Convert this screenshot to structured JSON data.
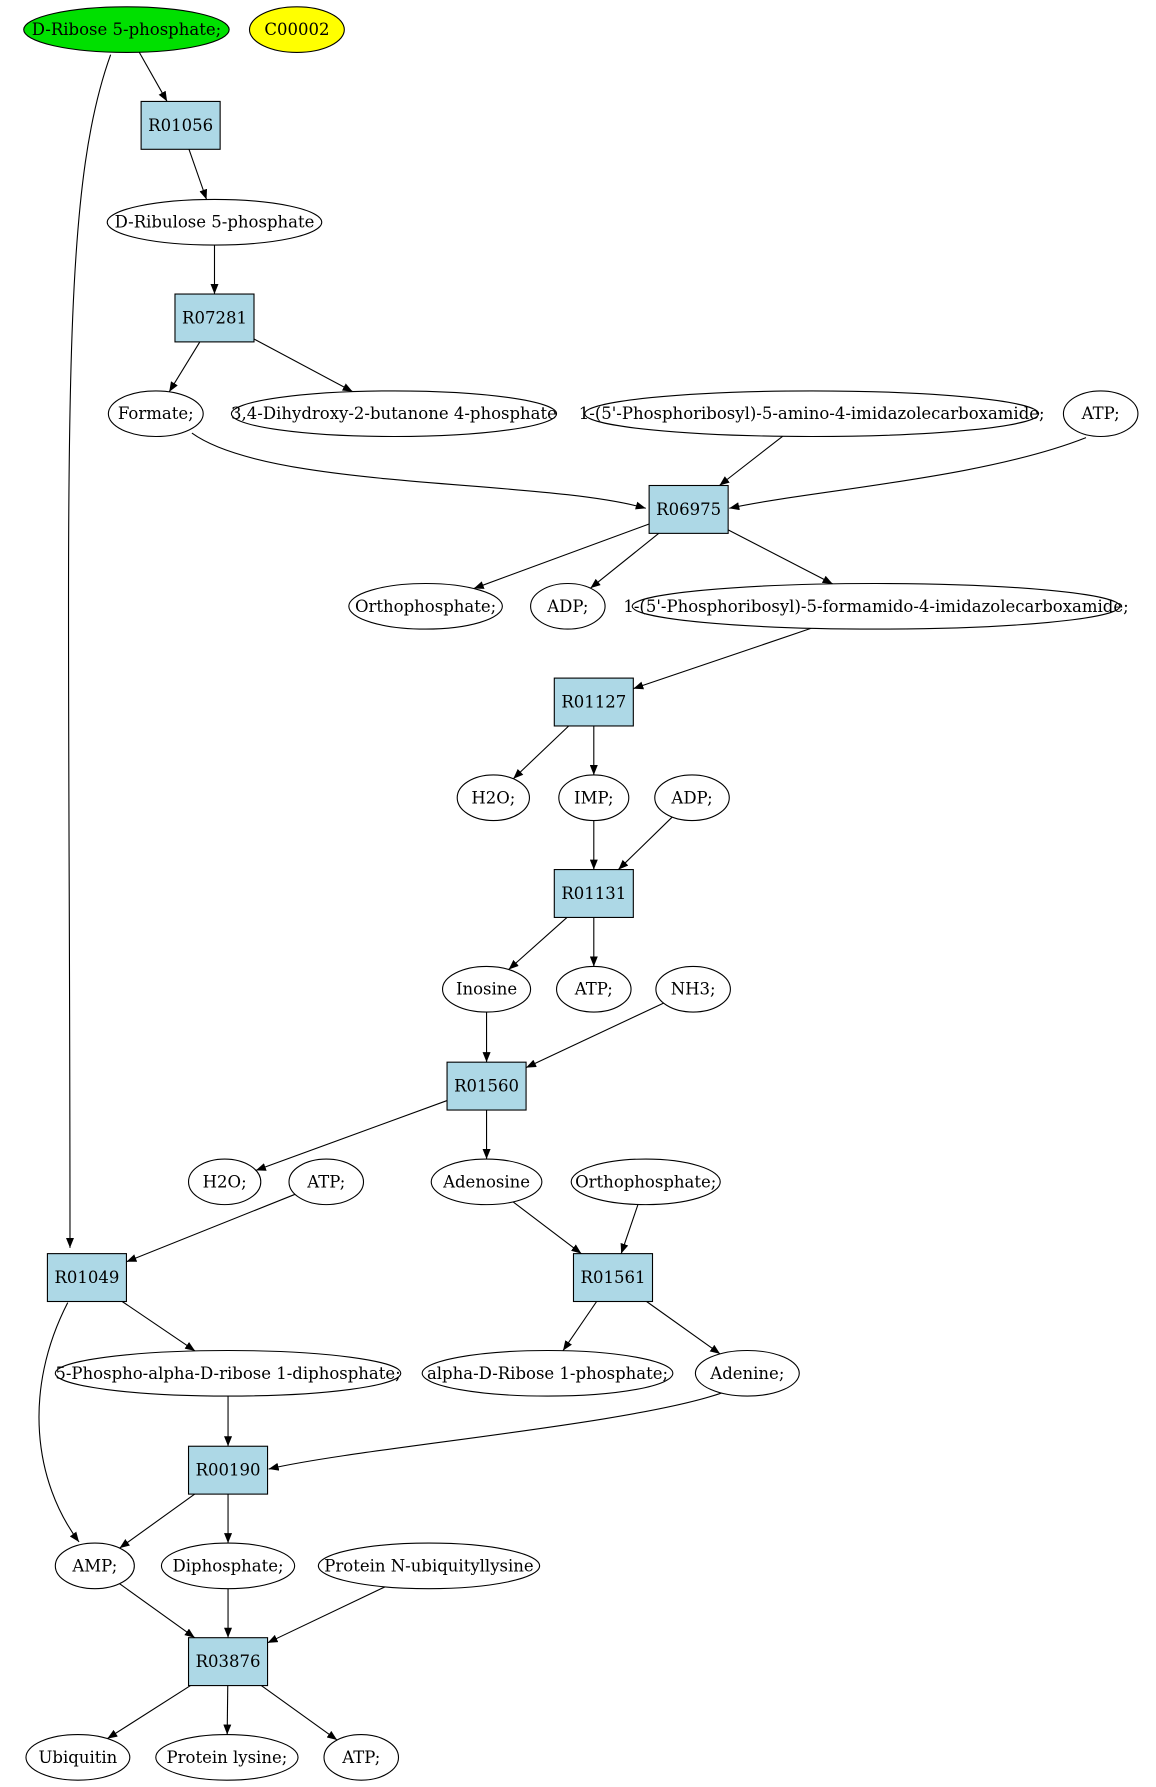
{
  "colors": {
    "start_compound": "#00e000",
    "marker_compound": "#ffff00",
    "compound": "#ffffff",
    "reaction": "#add8e6",
    "edge": "#000000"
  },
  "nodes": [
    {
      "id": "c_ribose5p",
      "type": "compound",
      "variant": "start",
      "label": "D-Ribose 5-phosphate;"
    },
    {
      "id": "c_c00002",
      "type": "compound",
      "variant": "marker",
      "label": "C00002"
    },
    {
      "id": "r_R01056",
      "type": "reaction",
      "label": "R01056"
    },
    {
      "id": "c_ribulose5p",
      "type": "compound",
      "label": "D-Ribulose 5-phosphate"
    },
    {
      "id": "r_R07281",
      "type": "reaction",
      "label": "R07281"
    },
    {
      "id": "c_formate",
      "type": "compound",
      "label": "Formate;"
    },
    {
      "id": "c_dhbp",
      "type": "compound",
      "label": "3,4-Dihydroxy-2-butanone 4-phosphate"
    },
    {
      "id": "c_aicar",
      "type": "compound",
      "label": "1-(5'-Phosphoribosyl)-5-amino-4-imidazolecarboxamide;"
    },
    {
      "id": "c_atp1",
      "type": "compound",
      "label": "ATP;"
    },
    {
      "id": "r_R06975",
      "type": "reaction",
      "label": "R06975"
    },
    {
      "id": "c_pi1",
      "type": "compound",
      "label": "Orthophosphate;"
    },
    {
      "id": "c_adp1",
      "type": "compound",
      "label": "ADP;"
    },
    {
      "id": "c_faicar",
      "type": "compound",
      "label": "1-(5'-Phosphoribosyl)-5-formamido-4-imidazolecarboxamide;"
    },
    {
      "id": "r_R01127",
      "type": "reaction",
      "label": "R01127"
    },
    {
      "id": "c_h2o1",
      "type": "compound",
      "label": "H2O;"
    },
    {
      "id": "c_imp",
      "type": "compound",
      "label": "IMP;"
    },
    {
      "id": "c_adp2",
      "type": "compound",
      "label": "ADP;"
    },
    {
      "id": "r_R01131",
      "type": "reaction",
      "label": "R01131"
    },
    {
      "id": "c_inosine",
      "type": "compound",
      "label": "Inosine"
    },
    {
      "id": "c_atp2",
      "type": "compound",
      "label": "ATP;"
    },
    {
      "id": "c_nh3",
      "type": "compound",
      "label": "NH3;"
    },
    {
      "id": "r_R01560",
      "type": "reaction",
      "label": "R01560"
    },
    {
      "id": "c_h2o2",
      "type": "compound",
      "label": "H2O;"
    },
    {
      "id": "c_atp3",
      "type": "compound",
      "label": "ATP;"
    },
    {
      "id": "c_adenosine",
      "type": "compound",
      "label": "Adenosine"
    },
    {
      "id": "c_pi2",
      "type": "compound",
      "label": "Orthophosphate;"
    },
    {
      "id": "r_R01049",
      "type": "reaction",
      "label": "R01049"
    },
    {
      "id": "r_R01561",
      "type": "reaction",
      "label": "R01561"
    },
    {
      "id": "c_prpp",
      "type": "compound",
      "label": "5-Phospho-alpha-D-ribose 1-diphosphate;"
    },
    {
      "id": "c_r1p",
      "type": "compound",
      "label": "alpha-D-Ribose 1-phosphate;"
    },
    {
      "id": "c_adenine",
      "type": "compound",
      "label": "Adenine;"
    },
    {
      "id": "r_R00190",
      "type": "reaction",
      "label": "R00190"
    },
    {
      "id": "c_amp",
      "type": "compound",
      "label": "AMP;"
    },
    {
      "id": "c_ppi",
      "type": "compound",
      "label": "Diphosphate;"
    },
    {
      "id": "c_protub",
      "type": "compound",
      "label": "Protein N-ubiquityllysine"
    },
    {
      "id": "r_R03876",
      "type": "reaction",
      "label": "R03876"
    },
    {
      "id": "c_ubiquitin",
      "type": "compound",
      "label": "Ubiquitin"
    },
    {
      "id": "c_protlys",
      "type": "compound",
      "label": "Protein lysine;"
    },
    {
      "id": "c_atp4",
      "type": "compound",
      "label": "ATP;"
    }
  ],
  "edges": [
    {
      "from": "c_ribose5p",
      "to": "r_R01056"
    },
    {
      "from": "c_ribose5p",
      "to": "r_R01049"
    },
    {
      "from": "r_R01056",
      "to": "c_ribulose5p"
    },
    {
      "from": "c_ribulose5p",
      "to": "r_R07281"
    },
    {
      "from": "r_R07281",
      "to": "c_formate"
    },
    {
      "from": "r_R07281",
      "to": "c_dhbp"
    },
    {
      "from": "c_formate",
      "to": "r_R06975"
    },
    {
      "from": "c_aicar",
      "to": "r_R06975"
    },
    {
      "from": "c_atp1",
      "to": "r_R06975"
    },
    {
      "from": "r_R06975",
      "to": "c_pi1"
    },
    {
      "from": "r_R06975",
      "to": "c_adp1"
    },
    {
      "from": "r_R06975",
      "to": "c_faicar"
    },
    {
      "from": "c_faicar",
      "to": "r_R01127"
    },
    {
      "from": "r_R01127",
      "to": "c_h2o1"
    },
    {
      "from": "r_R01127",
      "to": "c_imp"
    },
    {
      "from": "c_imp",
      "to": "r_R01131"
    },
    {
      "from": "c_adp2",
      "to": "r_R01131"
    },
    {
      "from": "r_R01131",
      "to": "c_inosine"
    },
    {
      "from": "r_R01131",
      "to": "c_atp2"
    },
    {
      "from": "c_inosine",
      "to": "r_R01560"
    },
    {
      "from": "c_nh3",
      "to": "r_R01560"
    },
    {
      "from": "r_R01560",
      "to": "c_h2o2"
    },
    {
      "from": "r_R01560",
      "to": "c_adenosine"
    },
    {
      "from": "c_atp3",
      "to": "r_R01049"
    },
    {
      "from": "c_adenosine",
      "to": "r_R01561"
    },
    {
      "from": "c_pi2",
      "to": "r_R01561"
    },
    {
      "from": "r_R01049",
      "to": "c_prpp"
    },
    {
      "from": "r_R01049",
      "to": "c_amp"
    },
    {
      "from": "r_R01561",
      "to": "c_r1p"
    },
    {
      "from": "r_R01561",
      "to": "c_adenine"
    },
    {
      "from": "c_prpp",
      "to": "r_R00190"
    },
    {
      "from": "c_adenine",
      "to": "r_R00190"
    },
    {
      "from": "r_R00190",
      "to": "c_amp"
    },
    {
      "from": "r_R00190",
      "to": "c_ppi"
    },
    {
      "from": "c_amp",
      "to": "r_R03876"
    },
    {
      "from": "c_ppi",
      "to": "r_R03876"
    },
    {
      "from": "c_protub",
      "to": "r_R03876"
    },
    {
      "from": "r_R03876",
      "to": "c_ubiquitin"
    },
    {
      "from": "r_R03876",
      "to": "c_protlys"
    },
    {
      "from": "r_R03876",
      "to": "c_atp4"
    }
  ]
}
